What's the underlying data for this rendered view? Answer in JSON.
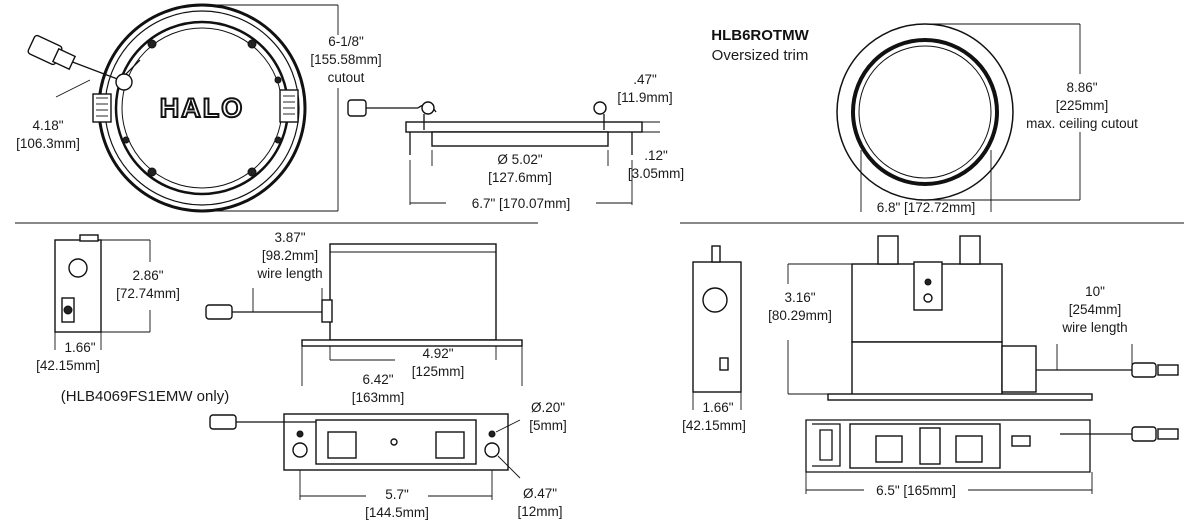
{
  "brand": {
    "logo_text": "HALO"
  },
  "top_left": {
    "cutout_dim": [
      "6-1/8\"",
      "[155.58mm]",
      "cutout"
    ],
    "depth_dim": [
      "4.18\"",
      "[106.3mm]"
    ],
    "height_dim": [
      ".47\"",
      "[11.9mm]"
    ],
    "flange_dim": [
      ".12\"",
      "[3.05mm]"
    ],
    "aperture_dim": [
      "Ø 5.02\"",
      "[127.6mm]"
    ],
    "width_dim": "6.7\" [170.07mm]"
  },
  "top_right": {
    "model": "HLB6ROTMW",
    "subtitle": "Oversized trim",
    "max_cutout_dim": [
      "8.86\"",
      "[225mm]",
      "max. ceiling cutout"
    ],
    "trim_diameter_dim": "6.8\" [172.72mm]"
  },
  "bottom_left": {
    "box_height_dim": [
      "2.86\"",
      "[72.74mm]"
    ],
    "box_width_dim": [
      "1.66\"",
      "[42.15mm]"
    ],
    "wire_dim": [
      "3.87\"",
      "[98.2mm]",
      "wire length"
    ],
    "body_dim": [
      "4.92\"",
      "[125mm]"
    ],
    "plate_dim": [
      "6.42\"",
      "[163mm]"
    ],
    "note": "(HLB4069FS1EMW only)",
    "slot_dim": [
      "Ø.20\"",
      "[5mm]"
    ],
    "hole_dim": [
      "Ø.47\"",
      "[12mm]"
    ],
    "spacing_dim": [
      "5.7\"",
      "[144.5mm]"
    ]
  },
  "bottom_right": {
    "height_dim": [
      "3.16\"",
      "[80.29mm]"
    ],
    "box_width_dim": [
      "1.66\"",
      "[42.15mm]"
    ],
    "wire_dim": [
      "10\"",
      "[254mm]",
      "wire length"
    ],
    "length_dim": "6.5\" [165mm]"
  }
}
